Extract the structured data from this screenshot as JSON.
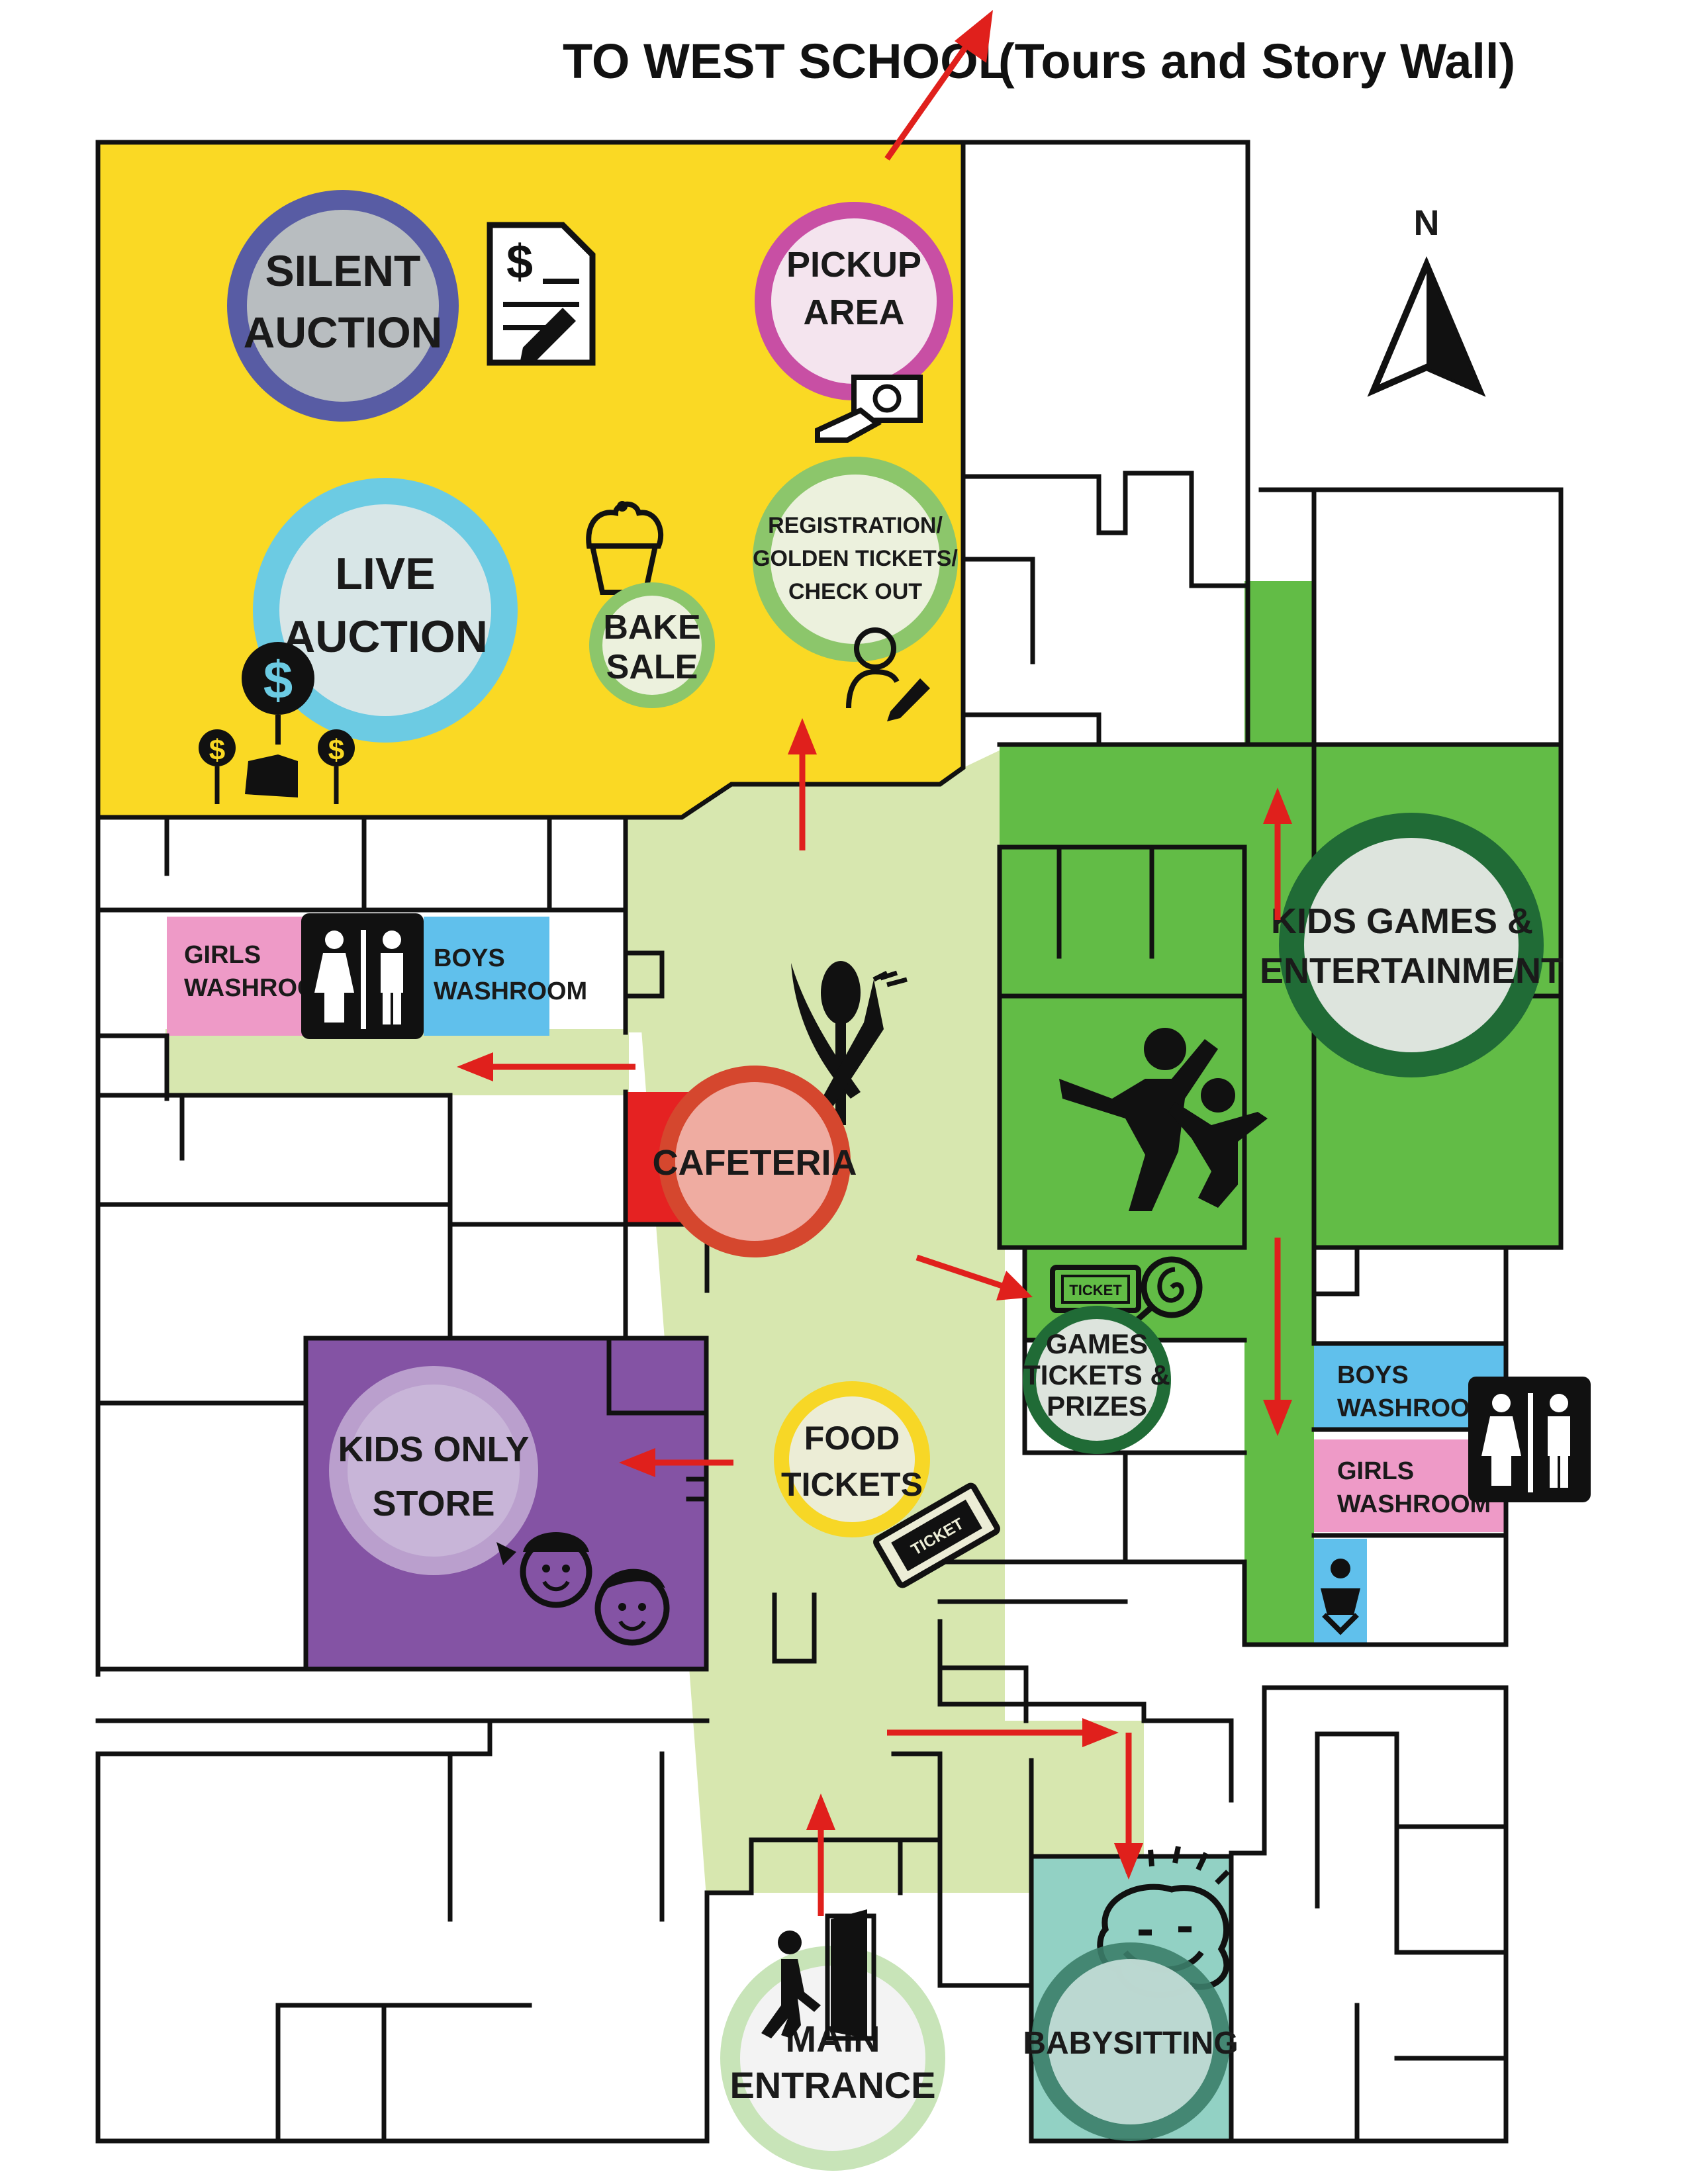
{
  "header": {
    "left": "TO WEST SCHOOL",
    "right": "(Tours and Story Wall)"
  },
  "compass": {
    "label": "N"
  },
  "areas": {
    "silent_auction": [
      "SILENT",
      "AUCTION"
    ],
    "pickup": [
      "PICKUP",
      "AREA"
    ],
    "live_auction": [
      "LIVE",
      "AUCTION"
    ],
    "bake_sale": [
      "BAKE",
      "SALE"
    ],
    "registration": [
      "REGISTRATION/",
      "GOLDEN TICKETS/",
      "CHECK OUT"
    ],
    "kids_games": [
      "KIDS GAMES &",
      "ENTERTAINMENT"
    ],
    "cafeteria": "CAFETERIA",
    "games_tickets": [
      "GAMES",
      "TICKETS &",
      "PRIZES"
    ],
    "kids_store": [
      "KIDS ONLY",
      "STORE"
    ],
    "food_tickets": [
      "FOOD",
      "TICKETS"
    ],
    "main_entrance": [
      "MAIN",
      "ENTRANCE"
    ],
    "babysitting": "BABYSITTING"
  },
  "washrooms": {
    "west_girls": [
      "GIRLS",
      "WASHROOM"
    ],
    "west_boys": [
      "BOYS",
      "WASHROOM"
    ],
    "east_boys": [
      "BOYS",
      "WASHROOM"
    ],
    "east_girls": [
      "GIRLS",
      "WASHROOM"
    ]
  },
  "ticket_text": "TICKET",
  "colors": {
    "yellow_zone": "#fad924",
    "light_green_zone": "#d7e7af",
    "green_zone": "#62bc46",
    "purple_zone": "#8453a4",
    "babysitting_zone": "#92d1c4",
    "girls_washroom": "#ee9ac7",
    "boys_washroom": "#60c0ec",
    "cafeteria_red": "#e52222",
    "arrow_red": "#e0201c",
    "silent_ring": "#585ca4",
    "pickup_ring": "#c84fa4",
    "live_ring": "#6ccbe3",
    "bake_ring": "#8cc66b",
    "reg_ring": "#8cc66b",
    "kids_ring": "#206b36",
    "cafe_ring": "#d5472e",
    "games_ring": "#206b36",
    "store_ring": "#c0a7d1",
    "food_ring": "#f7d726",
    "entrance_ring": "#c8e4b8",
    "baby_ring": "#3c7e6a"
  },
  "icons": [
    "document-dollar-icon",
    "money-hand-icon",
    "cupcake-icon",
    "person-edit-icon",
    "bid-paddles-icon",
    "utensils-icon",
    "kids-playing-icon",
    "ticket-icon",
    "lollipop-icon",
    "kids-faces-icon",
    "walking-person-door-icon",
    "baby-face-icon",
    "washroom-sign-icon",
    "baby-changing-icon",
    "north-arrow-icon"
  ]
}
